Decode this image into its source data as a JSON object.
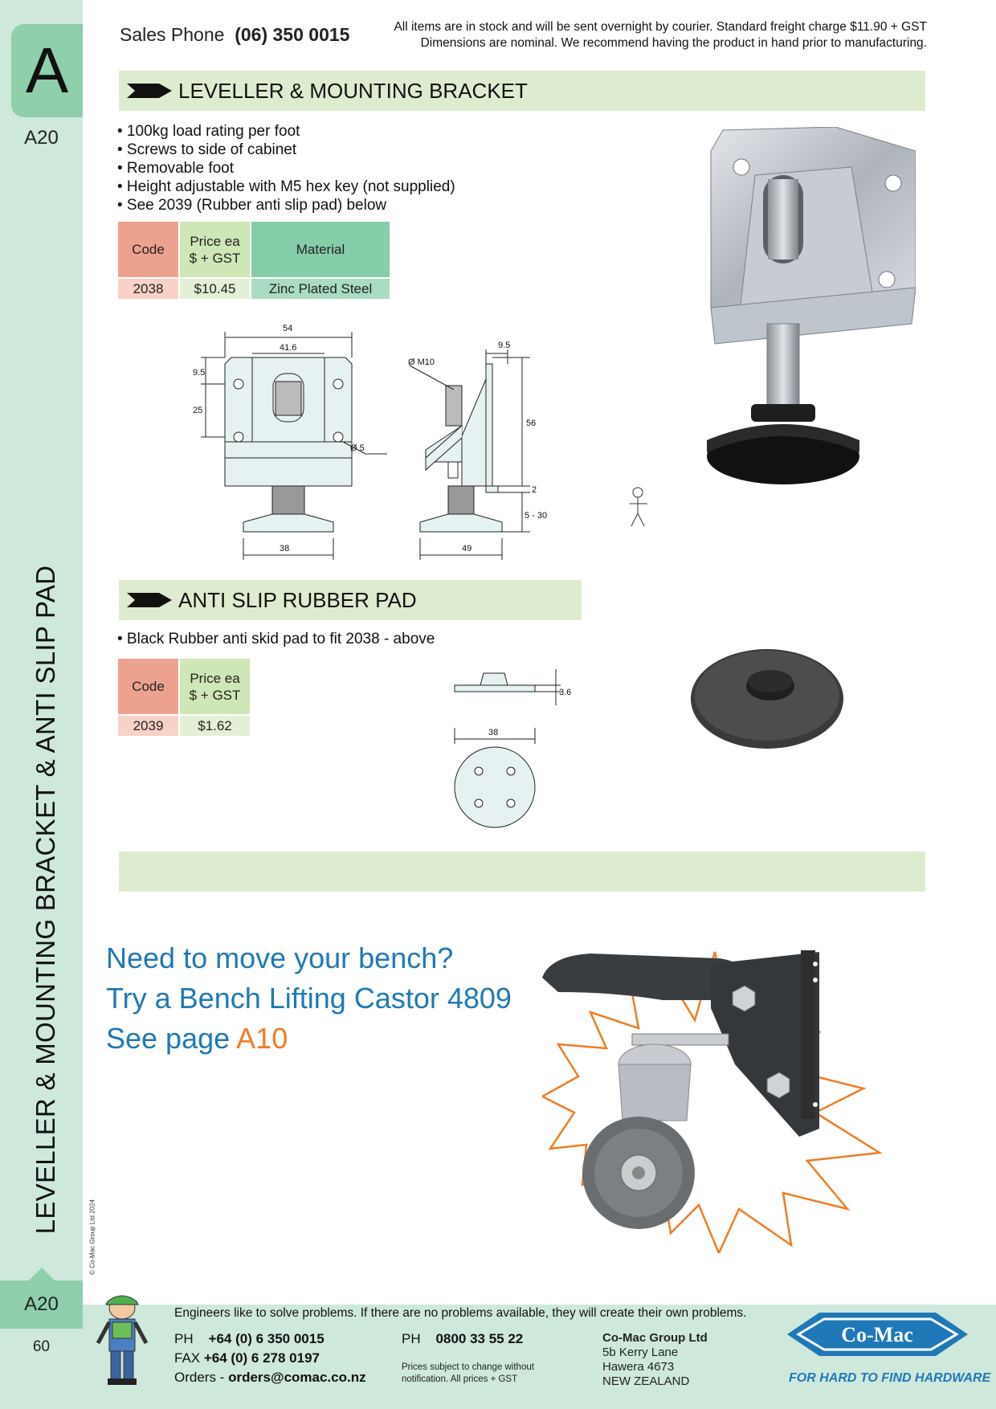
{
  "sidebar": {
    "tab_letter": "A",
    "tab_code": "A20",
    "vertical_title": "LEVELLER & MOUNTING BRACKET & ANTI SLIP PAD",
    "footer_tab_code": "A20",
    "page_number": "60",
    "copyright": "© Co-Mac Group Ltd 2024"
  },
  "header": {
    "sales_label": "Sales Phone",
    "sales_phone": "(06) 350 0015",
    "notice_line1": "All items are in stock and will be sent overnight by courier. Standard freight charge $11.90 + GST",
    "notice_line2": "Dimensions are nominal. We recommend having the product in hand prior to manufacturing."
  },
  "section1": {
    "title": "LEVELLER & MOUNTING BRACKET",
    "bullets": [
      "• 100kg load rating per foot",
      "• Screws to side of cabinet",
      "• Removable foot",
      "• Height adjustable with M5 hex key (not supplied)",
      "• See 2039 (Rubber anti slip pad) below"
    ],
    "table": {
      "headers": [
        "Code",
        "Price ea",
        "$ + GST",
        "Material"
      ],
      "rows": [
        [
          "2038",
          "$10.45",
          "Zinc Plated Steel"
        ]
      ]
    },
    "dims": {
      "front_w1": "54",
      "front_w2": "41.6",
      "front_h1": "9.5",
      "front_h2": "25",
      "hole": "Ø 5",
      "front_base": "38",
      "side_thread": "Ø M10",
      "side_top": "9.5",
      "side_h": "56",
      "side_gap": "2",
      "side_adj": "5 - 30",
      "side_base": "49"
    }
  },
  "section2": {
    "title": "ANTI SLIP RUBBER PAD",
    "bullets": [
      "• Black Rubber anti skid pad to fit 2038 - above"
    ],
    "table": {
      "headers": [
        "Code",
        "Price ea",
        "$ + GST"
      ],
      "rows": [
        [
          "2039",
          "$1.62"
        ]
      ]
    },
    "dims": {
      "height": "3.6",
      "diameter": "38"
    }
  },
  "promo": {
    "line1": "Need to move your bench?",
    "line2": "Try a Bench Lifting Castor 4809",
    "line3_prefix": "See page",
    "line3_page": "A10"
  },
  "footer": {
    "quote": "Engineers like to solve problems. If there are no problems available, they will create their own problems.",
    "ph_label": "PH",
    "ph_value": "+64 (0) 6 350 0015",
    "fax_label": "FAX",
    "fax_value": "+64 (0) 6 278 0197",
    "orders_label": "Orders -",
    "orders_value": "orders@comac.co.nz",
    "ph2_label": "PH",
    "ph2_value": "0800 33 55 22",
    "price_note1": "Prices subject to change without",
    "price_note2": "notification. All prices + GST",
    "company": "Co-Mac Group Ltd",
    "addr1": "5b Kerry Lane",
    "addr2": "Hawera 4673",
    "addr3": "NEW ZEALAND",
    "logo_text": "Co-Mac",
    "tagline": "FOR HARD TO FIND HARDWARE"
  },
  "colors": {
    "sidebar": "#cfe8dc",
    "tab": "#8fcfac",
    "section_bar": "#ddeccf",
    "promo_blue": "#1f78b8",
    "promo_orange": "#f07c25",
    "logo_blue": "#1f78b8"
  }
}
